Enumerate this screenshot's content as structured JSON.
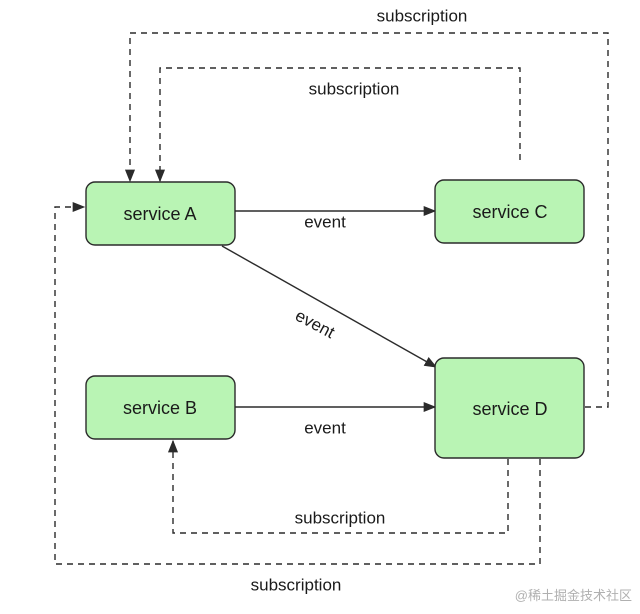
{
  "nodes": {
    "service_a": "service A",
    "service_b": "service B",
    "service_c": "service C",
    "service_d": "service D"
  },
  "edges": {
    "a_to_c": "event",
    "a_to_d": "event",
    "b_to_d": "event",
    "c_to_a": "subscription",
    "d_to_a_top": "subscription",
    "d_to_b": "subscription",
    "d_to_a_bottom": "subscription"
  },
  "watermark": "@稀土掘金技术社区",
  "colors": {
    "node_fill": "#b9f4b4",
    "stroke": "#2b2b2b"
  }
}
